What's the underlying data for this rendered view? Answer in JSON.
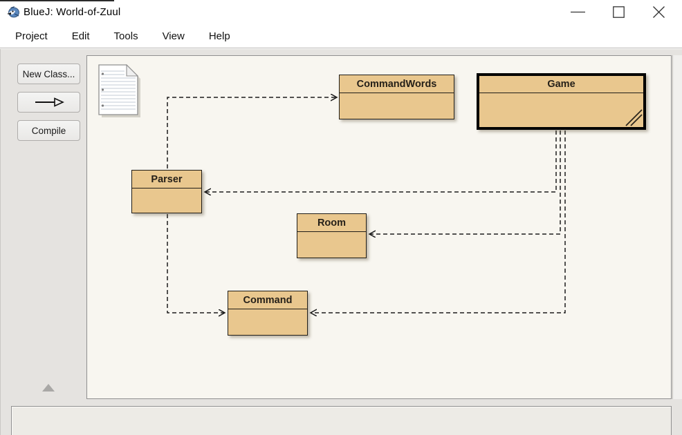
{
  "window": {
    "title": "BlueJ:  World-of-Zuul",
    "app_icon": "bluej-bird-icon",
    "controls": {
      "minimize": "minimize",
      "maximize": "maximize",
      "close": "close"
    }
  },
  "menu": {
    "items": [
      "Project",
      "Edit",
      "Tools",
      "View",
      "Help"
    ]
  },
  "toolbar": {
    "new_class_label": "New Class...",
    "uses_arrow_icon": "uses-dependency-arrow",
    "compile_label": "Compile"
  },
  "diagram": {
    "readme_icon": "project-notes-readme-icon",
    "classes": [
      {
        "name": "CommandWords",
        "state": "default"
      },
      {
        "name": "Game",
        "state": "selected"
      },
      {
        "name": "Parser",
        "state": "default"
      },
      {
        "name": "Room",
        "state": "default"
      },
      {
        "name": "Command",
        "state": "default"
      }
    ],
    "dependencies": [
      {
        "from": "Parser",
        "to": "CommandWords",
        "type": "uses"
      },
      {
        "from": "Game",
        "to": "Parser",
        "type": "uses"
      },
      {
        "from": "Game",
        "to": "Room",
        "type": "uses"
      },
      {
        "from": "Game",
        "to": "Command",
        "type": "uses"
      },
      {
        "from": "Parser",
        "to": "Command",
        "type": "uses"
      }
    ],
    "colors": {
      "class_fill": "#e9c78e",
      "class_border": "#1f1c17",
      "canvas_bg": "#f8f6f0",
      "chrome_bg": "#e5e3e0"
    }
  }
}
